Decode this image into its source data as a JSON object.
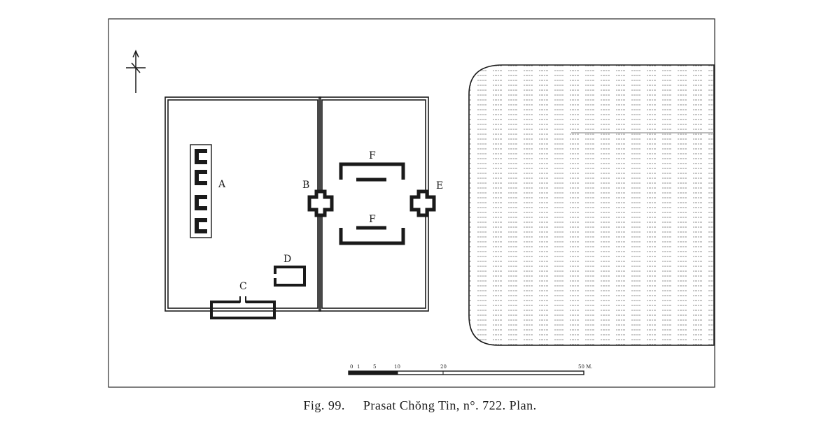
{
  "figure": {
    "number_label": "Fig. 99.",
    "title": "Prasat Chŏng Tin, n°. 722. Plan."
  },
  "labels": {
    "A": "A",
    "B": "B",
    "C": "C",
    "D": "D",
    "E": "E",
    "F_upper": "F",
    "F_lower": "F"
  },
  "scale_bar": {
    "ticks": [
      "0",
      "1",
      "5",
      "10",
      "20",
      "50 M."
    ]
  },
  "colors": {
    "ink": "#1a1a1a",
    "water_hatch": "#8a8a8a",
    "paper": "#ffffff"
  },
  "icons": {
    "north_arrow": "north-arrow-icon"
  }
}
